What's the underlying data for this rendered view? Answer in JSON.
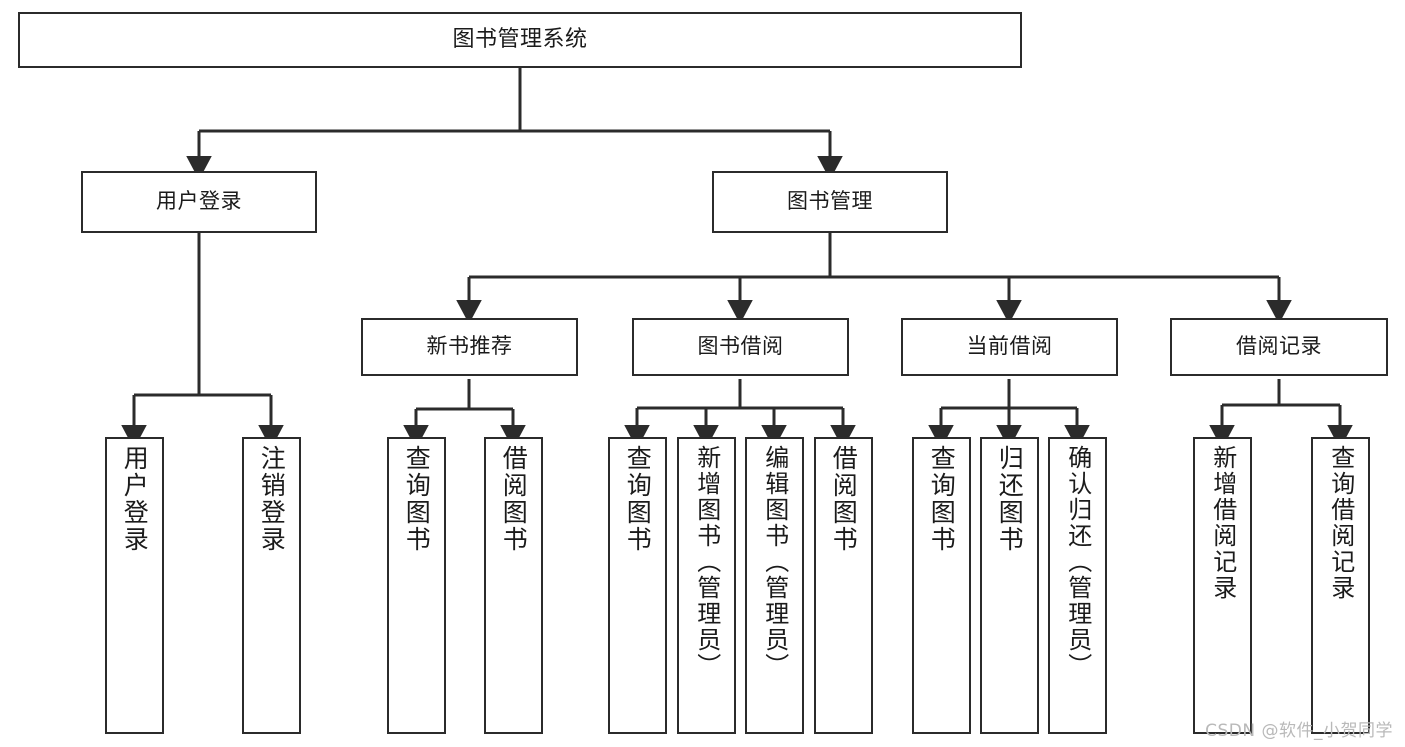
{
  "diagram": {
    "title": "图书管理系统",
    "type": "tree-hierarchy-chart",
    "watermark": "CSDN @软件_小贺同学",
    "colors": {
      "box_border": "#2b2b2b",
      "box_fill": "#ffffff",
      "connector": "#2b2b2b",
      "text": "#1b1b1b",
      "watermark": "#b9b9b9",
      "background": "#ffffff"
    },
    "levels": {
      "level1": [
        {
          "id": "root",
          "label": "图书管理系统"
        }
      ],
      "level2": [
        {
          "id": "user-login",
          "label": "用户登录"
        },
        {
          "id": "book-management",
          "label": "图书管理"
        }
      ],
      "level3": [
        {
          "id": "new-book-recommend",
          "label": "新书推荐"
        },
        {
          "id": "book-borrow",
          "label": "图书借阅"
        },
        {
          "id": "current-borrow",
          "label": "当前借阅"
        },
        {
          "id": "borrow-record",
          "label": "借阅记录"
        }
      ],
      "level4": [
        {
          "id": "leaf-user-login",
          "parent": "user-login",
          "label": "用户登录"
        },
        {
          "id": "leaf-logout",
          "parent": "user-login",
          "label": "注销登录"
        },
        {
          "id": "leaf-query-book-1",
          "parent": "new-book-recommend",
          "label": "查询图书"
        },
        {
          "id": "leaf-borrow-book-1",
          "parent": "new-book-recommend",
          "label": "借阅图书"
        },
        {
          "id": "leaf-query-book-2",
          "parent": "book-borrow",
          "label": "查询图书"
        },
        {
          "id": "leaf-add-book",
          "parent": "book-borrow",
          "label": "新增图书（管理员）"
        },
        {
          "id": "leaf-edit-book",
          "parent": "book-borrow",
          "label": "编辑图书（管理员）"
        },
        {
          "id": "leaf-borrow-book-2",
          "parent": "book-borrow",
          "label": "借阅图书"
        },
        {
          "id": "leaf-query-book-3",
          "parent": "current-borrow",
          "label": "查询图书"
        },
        {
          "id": "leaf-return-book",
          "parent": "current-borrow",
          "label": "归还图书"
        },
        {
          "id": "leaf-confirm-return",
          "parent": "current-borrow",
          "label": "确认归还（管理员）"
        },
        {
          "id": "leaf-add-record",
          "parent": "borrow-record",
          "label": "新增借阅记录"
        },
        {
          "id": "leaf-query-record",
          "parent": "borrow-record",
          "label": "查询借阅记录"
        }
      ]
    }
  }
}
